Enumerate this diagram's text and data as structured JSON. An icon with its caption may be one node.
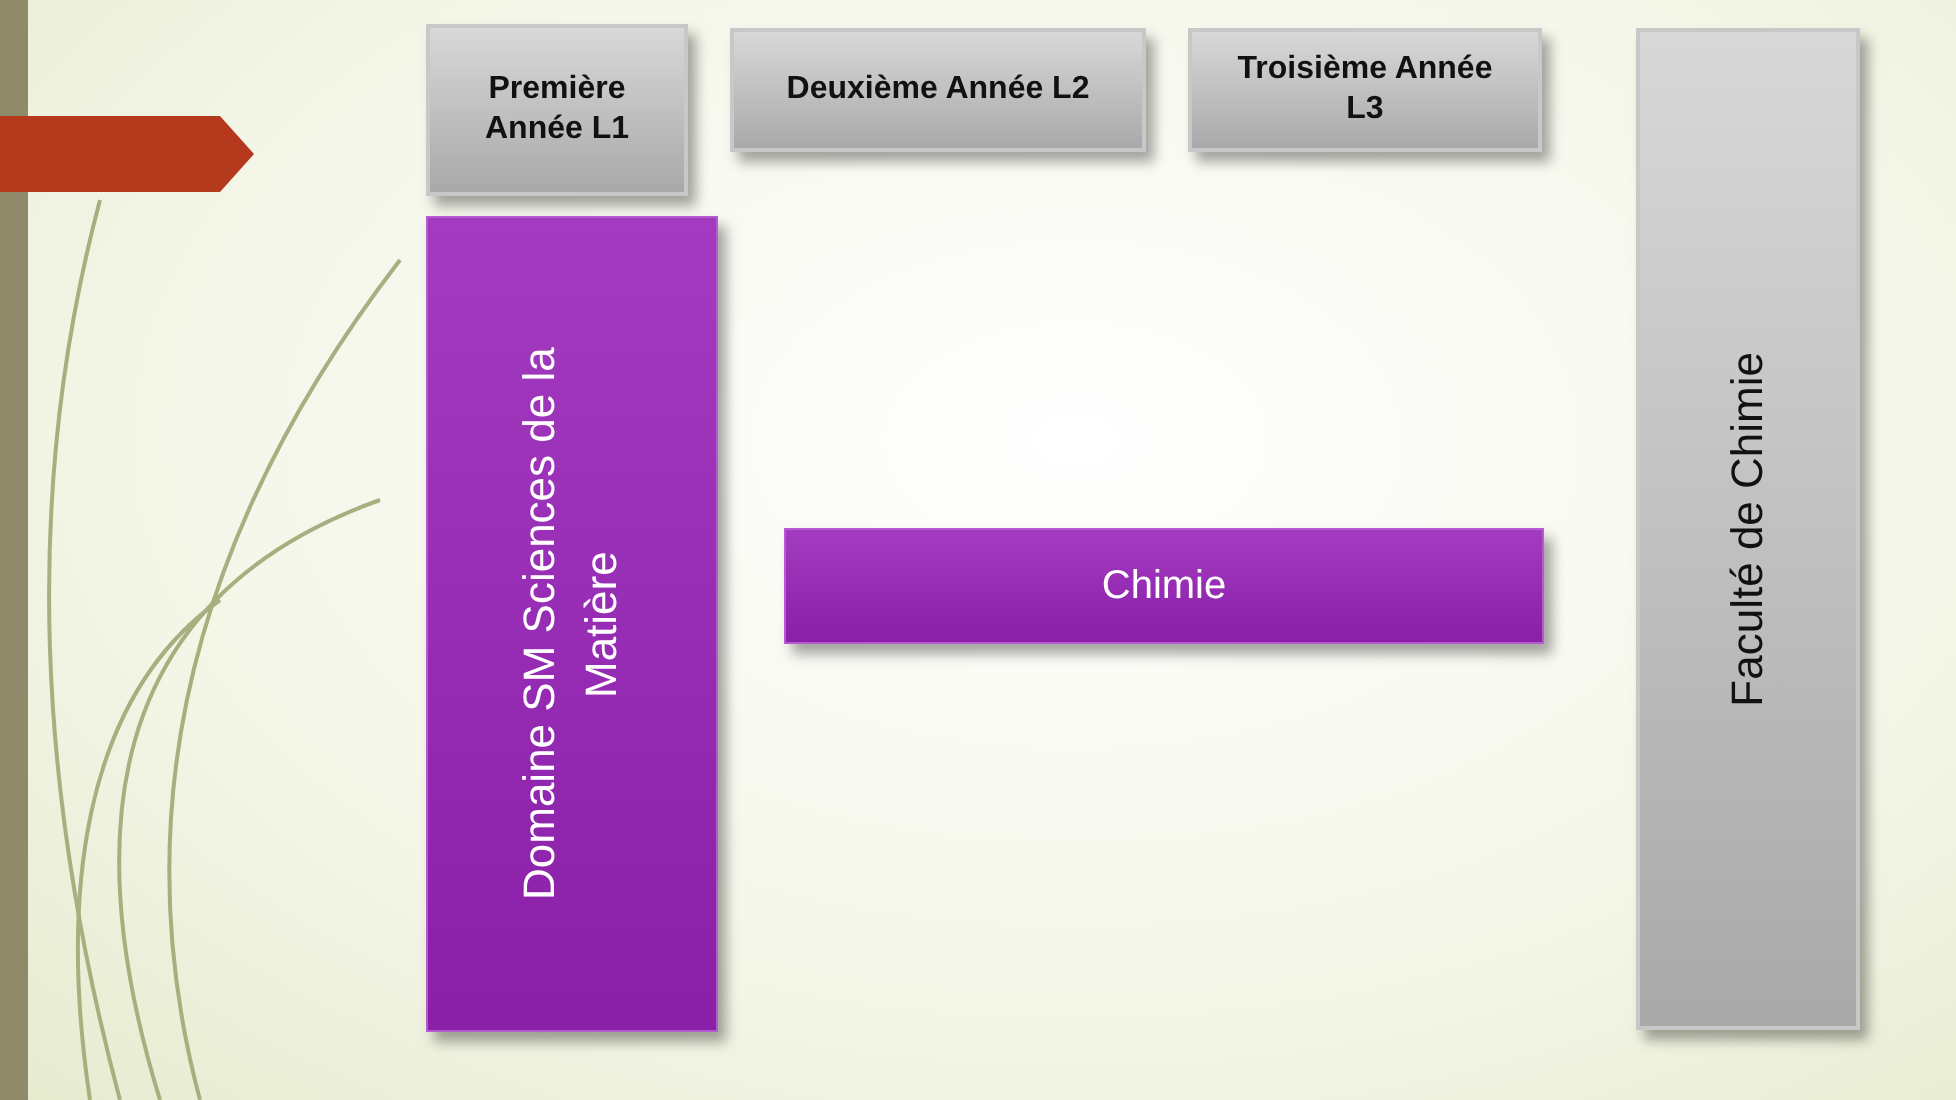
{
  "diagram": {
    "nodes": [
      {
        "text": [
          "Première Année L1"
        ]
      },
      {
        "text": [
          "Deuxième Année L2"
        ]
      },
      {
        "text": [
          "Troisième Année L3"
        ]
      },
      {
        "text": [
          "Faculté de Chimie"
        ]
      },
      {
        "text": [
          "Domaine SM Sciences de la Matière"
        ]
      },
      {
        "text": [
          "Chimie"
        ]
      }
    ],
    "edges": []
  }
}
